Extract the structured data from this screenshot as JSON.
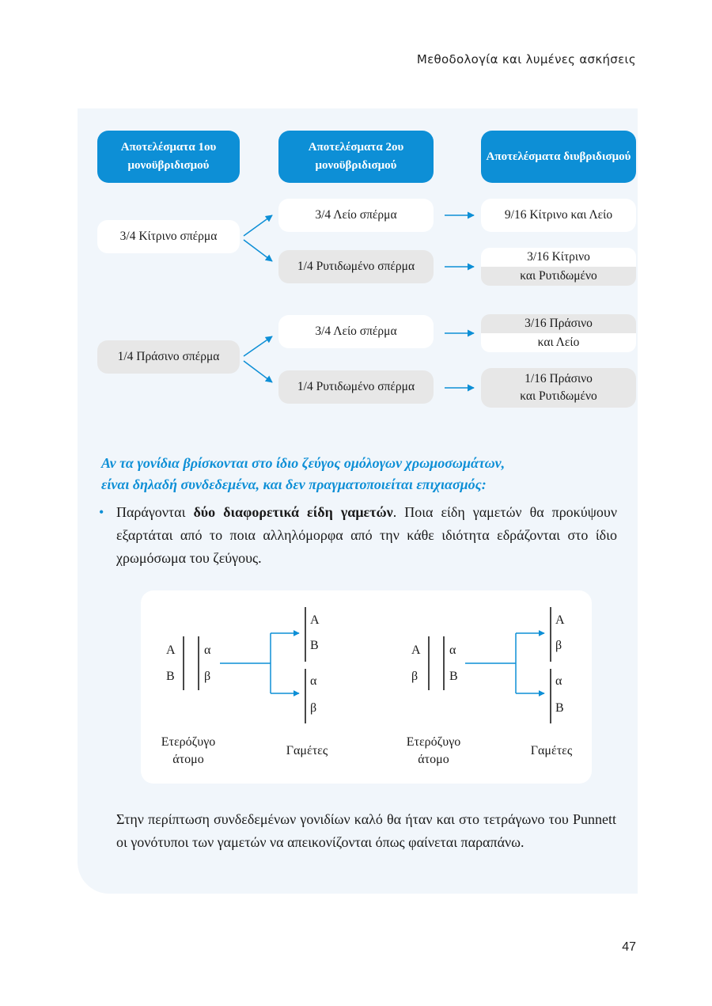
{
  "page": {
    "running_head": "Μεθοδολογία και λυμένες ασκήσεις",
    "page_number": "47"
  },
  "flowchart": {
    "headers": [
      "Αποτελέσματα 1ου μονοϋβριδισμού",
      "Αποτελέσματα 2ου μονοϋβριδισμού",
      "Αποτελέσματα διυβριδισμού"
    ],
    "first_cross": [
      "3/4 Κίτρινο σπέρμα",
      "1/4 Πράσινο σπέρμα"
    ],
    "second_cross": [
      "3/4 Λείο σπέρμα",
      "1/4 Ρυτιδωμένο σπέρμα",
      "3/4 Λείο σπέρμα",
      "1/4 Ρυτιδωμένο σπέρμα"
    ],
    "results": [
      "9/16 Κίτρινο και Λείο",
      "3/16 Κίτρινο",
      "και Ρυτιδωμένο",
      "3/16 Πράσινο",
      "και Λείο",
      "1/16 Πράσινο",
      "και Ρυτιδωμένο"
    ]
  },
  "linked_genes": {
    "heading_line1": "Αν τα γονίδια βρίσκονται στο ίδιο ζεύγος ομόλογων χρωμοσωμάτων,",
    "heading_line2": "είναι δηλαδή συνδεδεμένα, και δεν πραγματοποιείται επιχιασμός:",
    "bullet_symbol": "•",
    "bullet_before": "Παράγονται ",
    "bullet_bold": "δύο διαφορετικά είδη γαμετών",
    "bullet_after": ". Ποια είδη γαμετών θα προκύψουν εξαρτάται από το ποια αλληλόμορφα από την κάθε ιδιότητα εδράζονται στο ίδιο χρωμόσωμα του ζεύγους.",
    "closing_paragraph": "Στην περίπτωση συνδεδεμένων γονιδίων καλό θα ήταν και στο τετράγωνο του Punnett οι γονότυποι των γαμετών να απεικονίζονται όπως φαίνεται παραπάνω."
  },
  "gamete_diagram": {
    "left": {
      "parent_chr1": [
        "Α",
        "Β"
      ],
      "parent_chr2": [
        "α",
        "β"
      ],
      "gamete1": [
        "Α",
        "Β"
      ],
      "gamete2": [
        "α",
        "β"
      ],
      "parent_caption_1": "Ετερόζυγο",
      "parent_caption_2": "άτομο",
      "gametes_caption": "Γαμέτες"
    },
    "right": {
      "parent_chr1": [
        "Α",
        "β"
      ],
      "parent_chr2": [
        "α",
        "Β"
      ],
      "gamete1": [
        "Α",
        "β"
      ],
      "gamete2": [
        "α",
        "Β"
      ],
      "parent_caption_1": "Ετερόζυγο",
      "parent_caption_2": "άτομο",
      "gametes_caption": "Γαμέτες"
    }
  },
  "colors": {
    "accent": "#0d8fd6",
    "panel": "#f1f6fb",
    "grey_box": "#e7e7e7"
  }
}
